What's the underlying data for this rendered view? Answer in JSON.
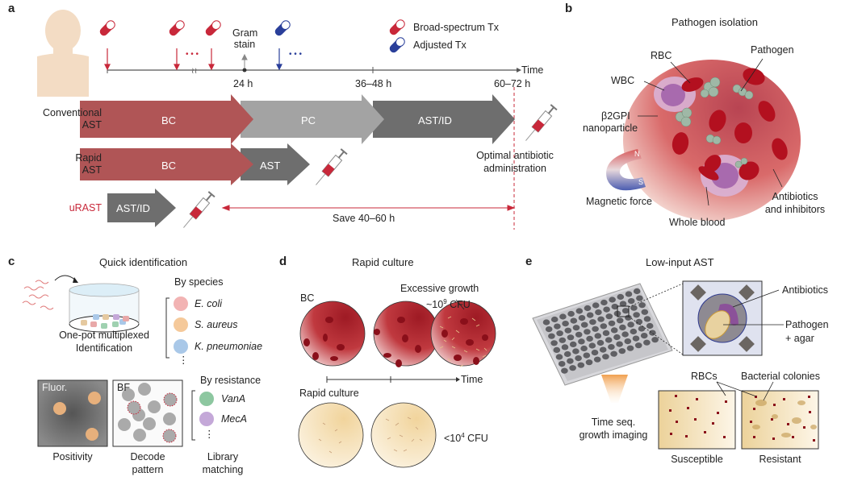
{
  "panels": {
    "a": {
      "label": "a",
      "timeline": {
        "ticks": [
          "24 h",
          "36–48 h",
          "60–72 h"
        ],
        "axis_label": "Time",
        "gram_stain": "Gram\nstain",
        "gram_line1": "Gram",
        "gram_line2": "stain",
        "dots": "• • •"
      },
      "legend": [
        {
          "label": "Broad-spectrum Tx",
          "color": "#c8283a"
        },
        {
          "label": "Adjusted Tx",
          "color": "#2a3f9a"
        }
      ],
      "rows": [
        {
          "name_line1": "Conventional",
          "name_line2": "AST",
          "stages": [
            "BC",
            "PC",
            "AST/ID"
          ]
        },
        {
          "name_line1": "Rapid",
          "name_line2": "AST",
          "stages": [
            "BC",
            "AST"
          ]
        },
        {
          "name_line1": "uRAST",
          "name_line2": "",
          "stages": [
            "AST/ID"
          ]
        }
      ],
      "optimal_line1": "Optimal antibiotic",
      "optimal_line2": "administration",
      "save_label": "Save 40–60 h",
      "colors": {
        "bc": "#b05556",
        "pc": "#a3a3a3",
        "ast": "#6e6e6e",
        "urast": "#c8283a"
      }
    },
    "b": {
      "label": "b",
      "title": "Pathogen isolation",
      "annotations": {
        "rbc": "RBC",
        "pathogen": "Pathogen",
        "wbc": "WBC",
        "b2gpi_line1": "β2GPI",
        "b2gpi_line2": "nanoparticle",
        "magnetic": "Magnetic force",
        "whole_blood": "Whole blood",
        "antibiotics_line1": "Antibiotics",
        "antibiotics_line2": "and inhibitors",
        "magnet_n": "N",
        "magnet_s": "S"
      }
    },
    "c": {
      "label": "c",
      "title": "Quick identification",
      "pot_line1": "One-pot multiplexed",
      "pot_line2": "Identification",
      "by_species": "By species",
      "species": [
        {
          "name": "E. coli",
          "color": "#f2b3b3"
        },
        {
          "name": "S. aureus",
          "color": "#f5c99a"
        },
        {
          "name": "K. pneumoniae",
          "color": "#a9c8e8"
        }
      ],
      "by_resistance": "By resistance",
      "resistance": [
        {
          "name": "VanA",
          "color": "#8dc7a0"
        },
        {
          "name": "MecA",
          "color": "#c4a8d8"
        }
      ],
      "ellipsis": "⋮",
      "fluor_label": "Fluor.",
      "bf_label": "BF",
      "captions": [
        {
          "line1": "Positivity",
          "line2": ""
        },
        {
          "line1": "Decode",
          "line2": "pattern"
        },
        {
          "line1": "Library",
          "line2": "matching"
        }
      ]
    },
    "d": {
      "label": "d",
      "title": "Rapid culture",
      "bc_label": "BC",
      "excessive_line1": "Excessive growth",
      "excessive_line2": "~10",
      "excessive_exp": "9",
      "excessive_unit": " CFU",
      "time_label": "Time",
      "rapid_label": "Rapid culture",
      "cfu_prefix": "<10",
      "cfu_exp": "4",
      "cfu_unit": " CFU"
    },
    "e": {
      "label": "e",
      "title": "Low-input AST",
      "antibiotics": "Antibiotics",
      "pathogen_line1": "Pathogen",
      "pathogen_line2": "+ agar",
      "imaging_line1": "Time seq.",
      "imaging_line2": "growth imaging",
      "rbcs": "RBCs",
      "colonies": "Bacterial colonies",
      "susceptible": "Susceptible",
      "resistant": "Resistant"
    }
  }
}
